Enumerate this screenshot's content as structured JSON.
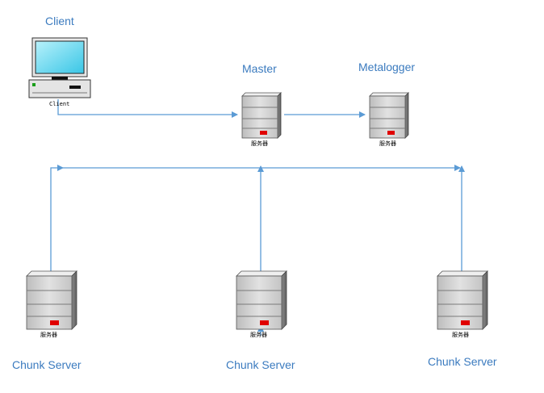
{
  "nodes": {
    "client": {
      "title": "Client",
      "caption": "Client"
    },
    "master": {
      "title": "Master",
      "caption": "服务器"
    },
    "metalogger": {
      "title": "Metalogger",
      "caption": "服务器"
    },
    "chunk_left": {
      "title": "Chunk Server",
      "caption": "服务器"
    },
    "chunk_mid": {
      "title": "Chunk Server",
      "caption": "服务器"
    },
    "chunk_right": {
      "title": "Chunk Server",
      "caption": "服务器"
    }
  },
  "colors": {
    "label": "#3b7bbf",
    "connector": "#5b9bd5",
    "server_body": "#d4d4d4",
    "server_led": "#e00000",
    "monitor_screen": "#7ee0f5"
  },
  "icons": {
    "client": "desktop-computer-icon",
    "servers": "tower-server-icon"
  }
}
